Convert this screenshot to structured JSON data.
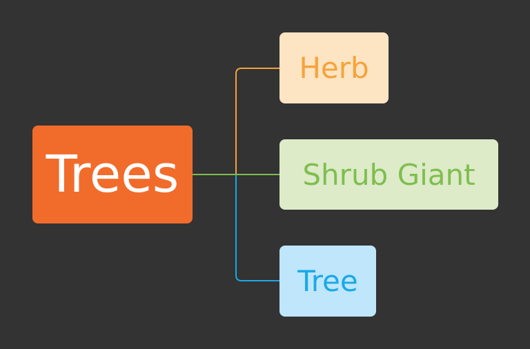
{
  "mindmap": {
    "root": {
      "label": "Trees",
      "fill": "#f16c2b",
      "text_color": "#ffffff"
    },
    "children": [
      {
        "id": "herb",
        "label": "Herb",
        "fill": "#fde4c2",
        "text_color": "#f5a33b",
        "line_color": "#f5a33b"
      },
      {
        "id": "shrub",
        "label": "Shrub Giant",
        "fill": "#ddebc9",
        "text_color": "#7fbe4e",
        "line_color": "#7fbe4e"
      },
      {
        "id": "tree",
        "label": "Tree",
        "fill": "#bfe6fb",
        "text_color": "#1aa9e8",
        "line_color": "#1aa9e8"
      }
    ]
  }
}
